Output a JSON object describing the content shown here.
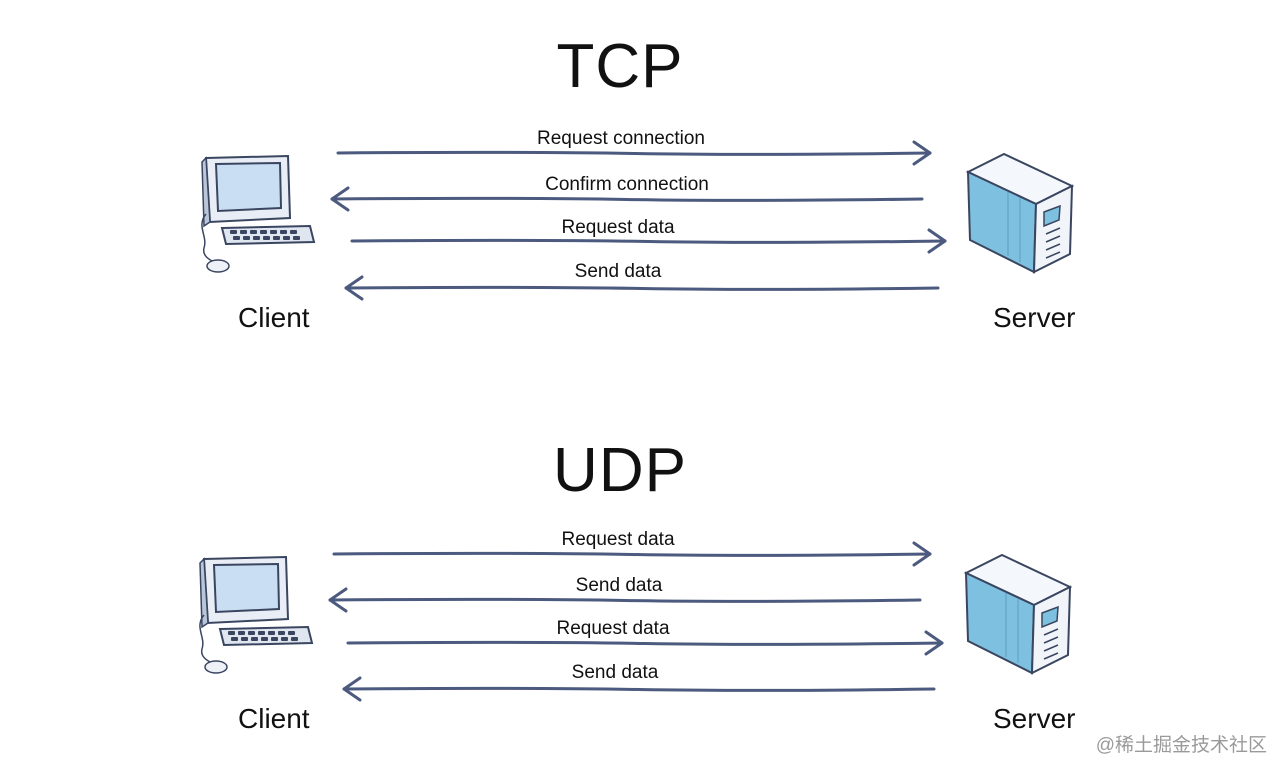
{
  "tcp": {
    "title": "TCP",
    "client_label": "Client",
    "server_label": "Server",
    "messages": [
      {
        "label": "Request connection",
        "direction": "client-to-server"
      },
      {
        "label": "Confirm connection",
        "direction": "server-to-client"
      },
      {
        "label": "Request data",
        "direction": "client-to-server"
      },
      {
        "label": "Send data",
        "direction": "server-to-client"
      }
    ]
  },
  "udp": {
    "title": "UDP",
    "client_label": "Client",
    "server_label": "Server",
    "messages": [
      {
        "label": "Request data",
        "direction": "client-to-server"
      },
      {
        "label": "Send data",
        "direction": "server-to-client"
      },
      {
        "label": "Request data",
        "direction": "client-to-server"
      },
      {
        "label": "Send data",
        "direction": "server-to-client"
      }
    ]
  },
  "watermark": "@稀土掘金技术社区",
  "colors": {
    "arrow": "#4b5a7e",
    "server_blue": "#7ec0df",
    "screen_blue": "#c9def2",
    "outline": "#3a4660"
  }
}
